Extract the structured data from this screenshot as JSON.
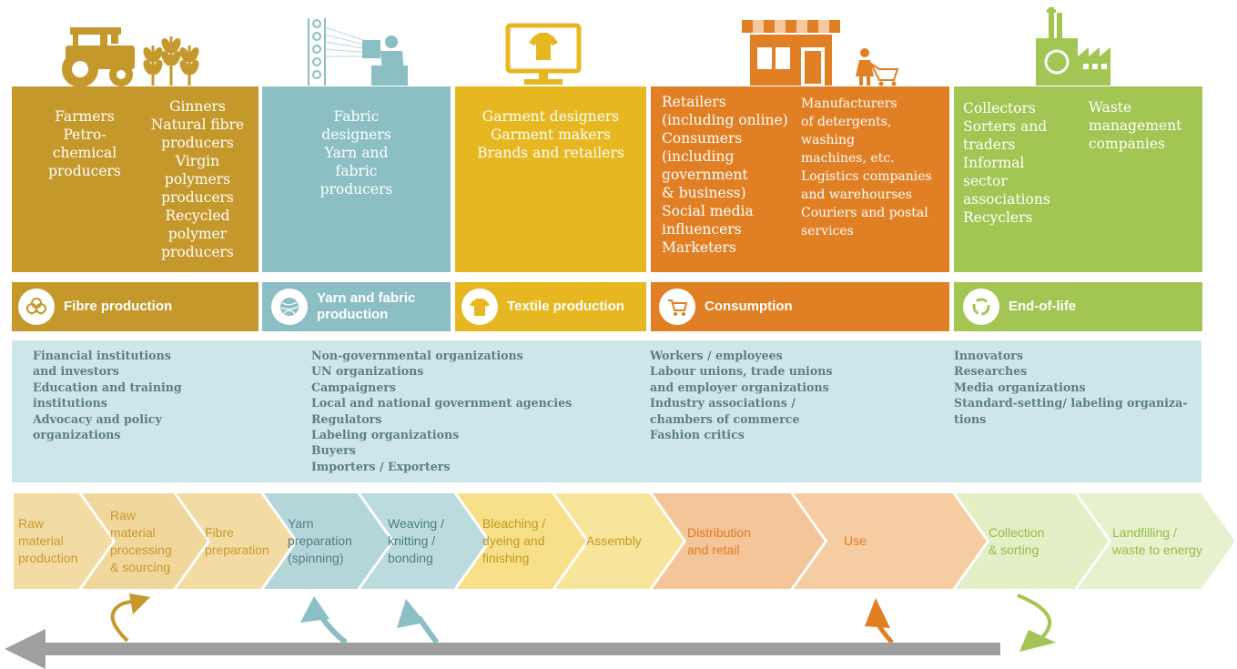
{
  "actors": {
    "fibre": {
      "col1": "Farmers\nPetro-\nchemical\nproducers",
      "col2": "Ginners\nNatural fibre\nproducers\nVirgin\npolymers\nproducers\nRecycled\npolymer\nproducers"
    },
    "yarn": {
      "text": "Fabric\ndesigners\nYarn and\nfabric\nproducers"
    },
    "textile": {
      "text": "Garment designers\nGarment makers\nBrands and retailers"
    },
    "consumption": {
      "col1": "Retailers\n(including online)\nConsumers\n(including\ngovernment\n& business)\nSocial media\ninfluencers\nMarketers",
      "col2": "Manufacturers\nof detergents,\nwashing\nmachines, etc.\nLogistics companies\nand warehourses\nCouriers and postal\nservices"
    },
    "eol": {
      "col1": "Collectors\nSorters and\ntraders\nInformal\nsector\nassociations\nRecyclers",
      "col2": "Waste\nmanagement\ncompanies"
    }
  },
  "stages": [
    {
      "label": "Fibre production",
      "icon": "cotton-icon",
      "color": "#c5982c"
    },
    {
      "label": "Yarn and fabric\nproduction",
      "icon": "yarn-ball-icon",
      "color": "#8bbfc4"
    },
    {
      "label": "Textile production",
      "icon": "tshirt-icon",
      "color": "#e7b721"
    },
    {
      "label": "Consumption",
      "icon": "shopping-cart-icon",
      "color": "#e17f25"
    },
    {
      "label": "End-of-life",
      "icon": "recycle-icon",
      "color": "#a3c553"
    }
  ],
  "stakeholders": {
    "col1": "Financial institutions\nand investors\nEducation and training\ninstitutions\nAdvocacy and policy\norganizations",
    "col2": "Non-governmental organizations\nUN organizations\nCampaigners\nLocal and national government agencies\nRegulators\nLabeling organizations\nBuyers\nImporters / Exporters",
    "col3": "Workers / employees\nLabour unions, trade unions\nand employer organizations\nIndustry associations /\nchambers of commerce\nFashion critics",
    "col4": "Innovators\nResearches\nMedia organizations\nStandard-setting/ labeling organiza-\ntions"
  },
  "steps": [
    {
      "label": "Raw\nmaterial\nproduction",
      "fill": "#f3dba4",
      "text_color": "#c99a2c"
    },
    {
      "label": "Raw\nmaterial\nprocessing\n& sourcing",
      "fill": "#f0d79b",
      "text_color": "#c99a2c"
    },
    {
      "label": "Fibre\npreparation",
      "fill": "#f3dba4",
      "text_color": "#c99a2c"
    },
    {
      "label": "Yarn\npreparation\n(spinning)",
      "fill": "#b3d6d9",
      "text_color": "#4f7f86"
    },
    {
      "label": "Weaving /\nknitting /\nbonding",
      "fill": "#bcdbde",
      "text_color": "#4f7f86"
    },
    {
      "label": "Bleaching /\ndyeing and\nfinishing",
      "fill": "#f8e08a",
      "text_color": "#c4981f"
    },
    {
      "label": "Assembly",
      "fill": "#f8e59c",
      "text_color": "#c4981f"
    },
    {
      "label": "Distribution\nand retail",
      "fill": "#f4c598",
      "text_color": "#e07b21"
    },
    {
      "label": "Use",
      "fill": "#f6cda3",
      "text_color": "#e07b21"
    },
    {
      "label": "Collection\n& sorting",
      "fill": "#e3efc4",
      "text_color": "#96bd4a"
    },
    {
      "label": "Landfilling /\nwaste to energy",
      "fill": "#e7f1cd",
      "text_color": "#96bd4a"
    }
  ]
}
